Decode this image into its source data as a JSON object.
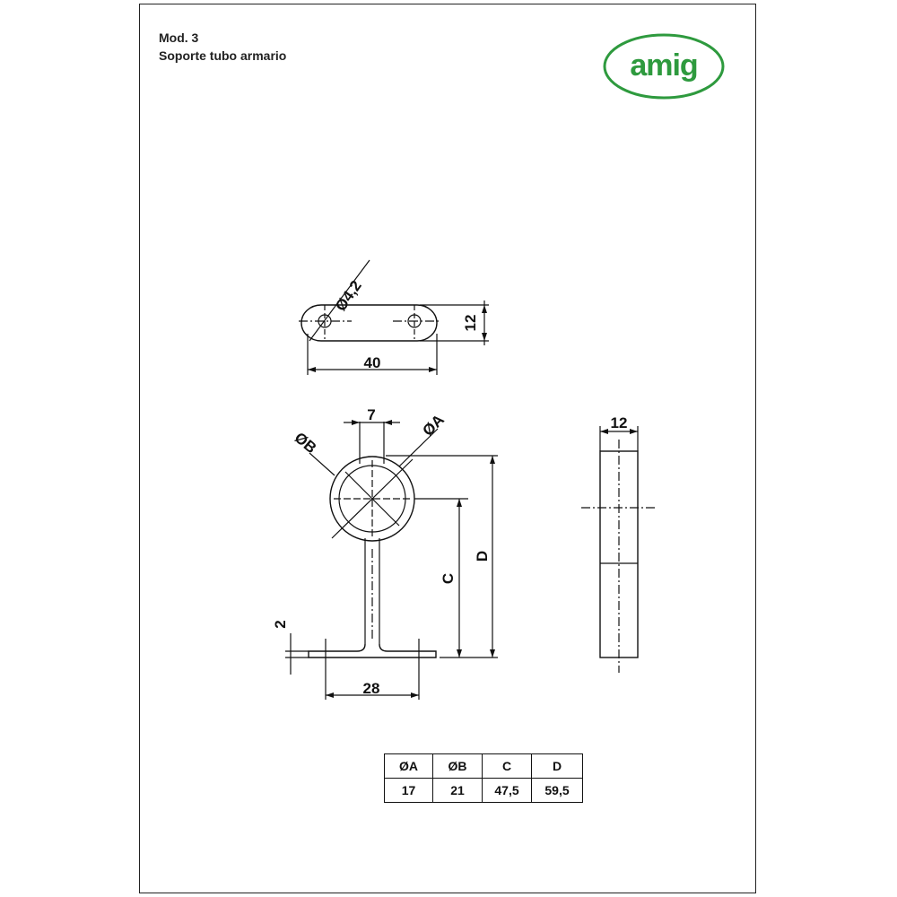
{
  "header": {
    "model": "Mod. 3",
    "product_name": "Soporte tubo armario"
  },
  "logo": {
    "text": "amig",
    "color": "#2e9a3e"
  },
  "dimensions": {
    "hole_diameter": "Ø4,2",
    "plate_width": "12",
    "plate_length": "40",
    "slot_width": "7",
    "diameter_a": "ØA",
    "diameter_b": "ØB",
    "height_c": "C",
    "height_d": "D",
    "base_thickness": "2",
    "base_length": "28",
    "side_width": "12"
  },
  "spec_table": {
    "headers": [
      "ØA",
      "ØB",
      "C",
      "D"
    ],
    "rows": [
      [
        "17",
        "21",
        "47,5",
        "59,5"
      ]
    ]
  }
}
